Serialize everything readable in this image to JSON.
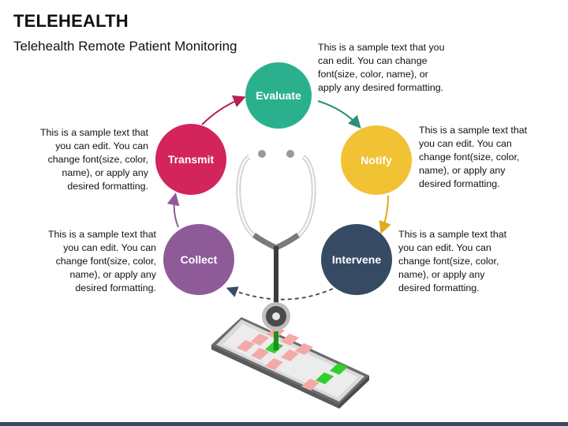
{
  "header": {
    "title": "TELEHEALTH",
    "subtitle": "Telehealth Remote Patient Monitoring"
  },
  "cycle": [
    {
      "label": "Evaluate",
      "color": "#2bb08e",
      "text": "This is a sample text that you\ncan edit. You can change\nfont(size, color, name), or\napply any desired formatting."
    },
    {
      "label": "Notify",
      "color": "#f2c235",
      "text": "This is a sample text that\nyou can edit. You can\nchange font(size, color,\nname), or apply any\ndesired formatting."
    },
    {
      "label": "Intervene",
      "color": "#364a63",
      "text": "This is a sample text that\nyou can edit. You can\nchange font(size, color,\nname), or apply any\ndesired formatting."
    },
    {
      "label": "Collect",
      "color": "#8e5b98",
      "text": "This is a sample text that\nyou can edit. You can\nchange font(size, color,\nname), or apply any\ndesired formatting."
    },
    {
      "label": "Transmit",
      "color": "#d3245b",
      "text": "This is a sample text that\nyou can edit. You can\nchange font(size, color,\nname), or apply any\ndesired formatting."
    }
  ],
  "colors": {
    "arrow_evaluate_notify": "#2e8f7a",
    "arrow_notify_intervene": "#e3a81f",
    "arrow_transmit_evaluate": "#b5234f",
    "arrow_collect_transmit": "#8e5b98",
    "arrow_intervene_collect": "#364a63",
    "tile_pink": "#f4a9a9",
    "tile_green": "#2fcf2f",
    "bottom_bar": "#3a4a5c"
  },
  "icons": {
    "stethoscope": "stethoscope-icon",
    "device": "tablet-device-icon"
  }
}
